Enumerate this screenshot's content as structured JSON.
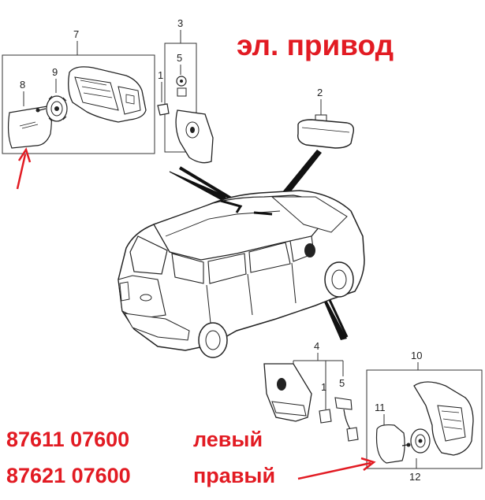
{
  "title": "эл. привод",
  "callouts": {
    "c1_top": "1",
    "c2": "2",
    "c3": "3",
    "c4": "4",
    "c5_top": "5",
    "c7": "7",
    "c8": "8",
    "c9": "9",
    "c1_bottom": "1",
    "c5_bottom": "5",
    "c10": "10",
    "c11": "11",
    "c12": "12"
  },
  "part_numbers": [
    {
      "number": "87611 07600",
      "side": "левый"
    },
    {
      "number": "87621 07600",
      "side": "правый"
    }
  ],
  "colors": {
    "accent": "#e21b23",
    "line": "#222222"
  }
}
